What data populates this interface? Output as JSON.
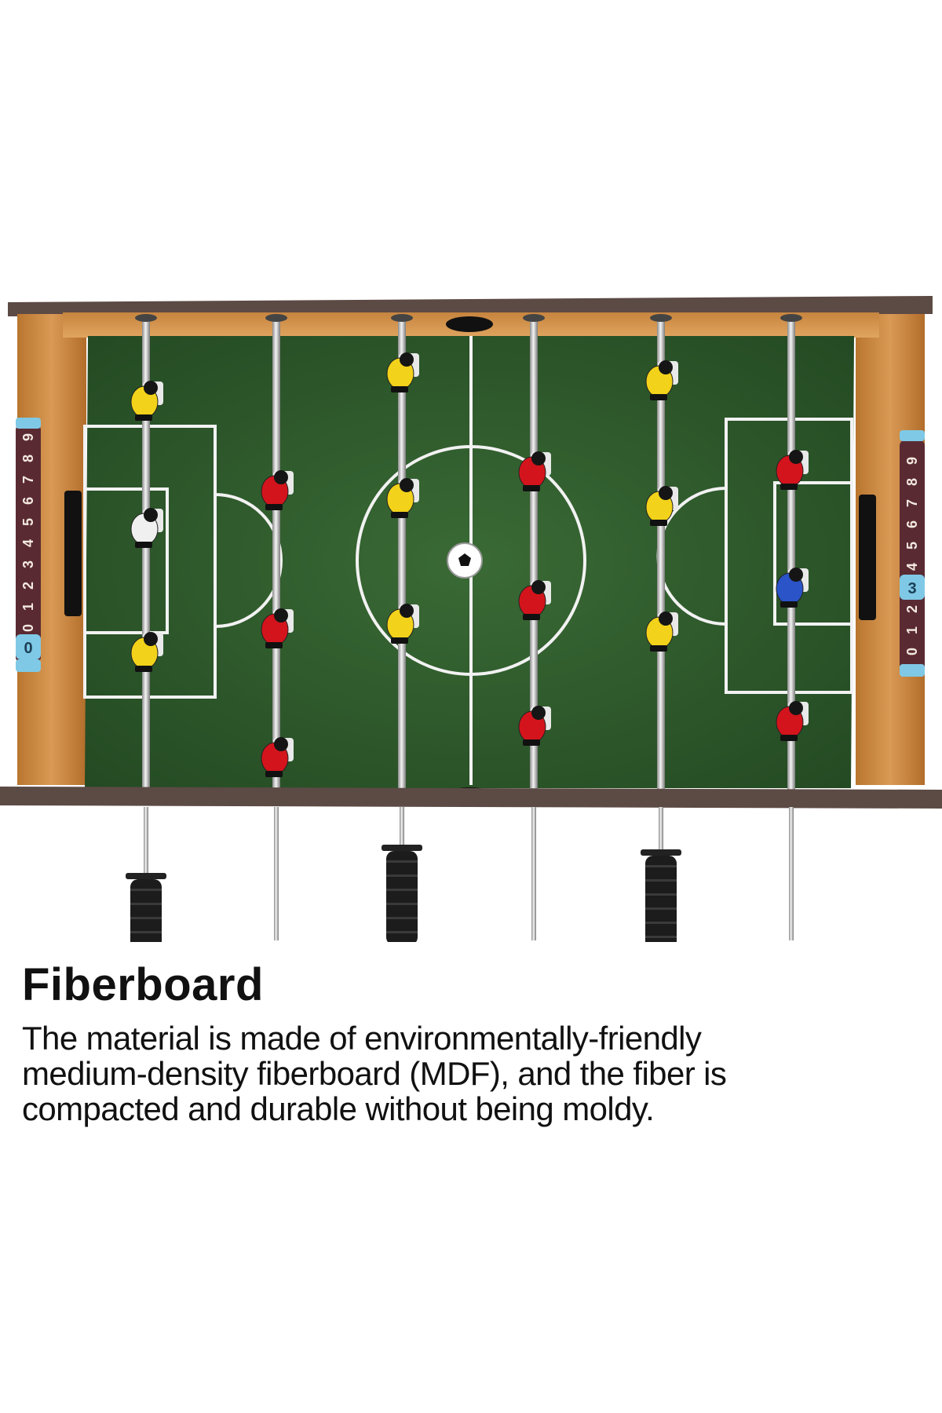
{
  "product_photo": {
    "subject": "tabletop foosball table",
    "score_left": "0",
    "score_right": "3",
    "score_digits": [
      "0",
      "1",
      "2",
      "3",
      "4",
      "5",
      "6",
      "7",
      "8",
      "9"
    ],
    "colors": {
      "field_green": "#2f5a2d",
      "wood": "#c98a45",
      "team_yellow": "#f2d21a",
      "team_red": "#d3141c",
      "counter_blue": "#7fc9e6"
    }
  },
  "caption": {
    "title": "Fiberboard",
    "body_lines": [
      "The material is made of environmentally-friendly",
      "medium-density fiberboard (MDF), and the fiber is",
      "compacted and durable without being moldy."
    ]
  }
}
